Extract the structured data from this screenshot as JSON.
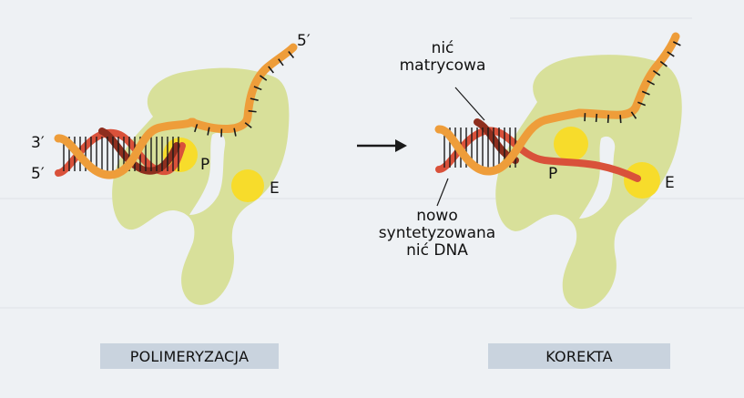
{
  "panels": {
    "left": {
      "caption": "POLIMERYZACJA",
      "site_p": "P",
      "site_e": "E",
      "end_3": "3′",
      "end_5_bottom": "5′",
      "end_5_top": "5′"
    },
    "right": {
      "caption": "KOREKTA",
      "site_p": "P",
      "site_e": "E",
      "template_strand": "nić\nmatrycowa",
      "new_strand": "nowo\nsyntetyzowana\nnić DNA"
    }
  },
  "colors": {
    "enzyme": "#d8e09a",
    "site": "#f7dc2b",
    "template_strand": "#ee9d3a",
    "new_strand": "#d9513a",
    "dark_strand": "#8e2e1e",
    "rungs": "#1a1a1a",
    "banner": "#c9d3de"
  },
  "icons": {
    "transition_arrow": "right-arrow-icon"
  }
}
